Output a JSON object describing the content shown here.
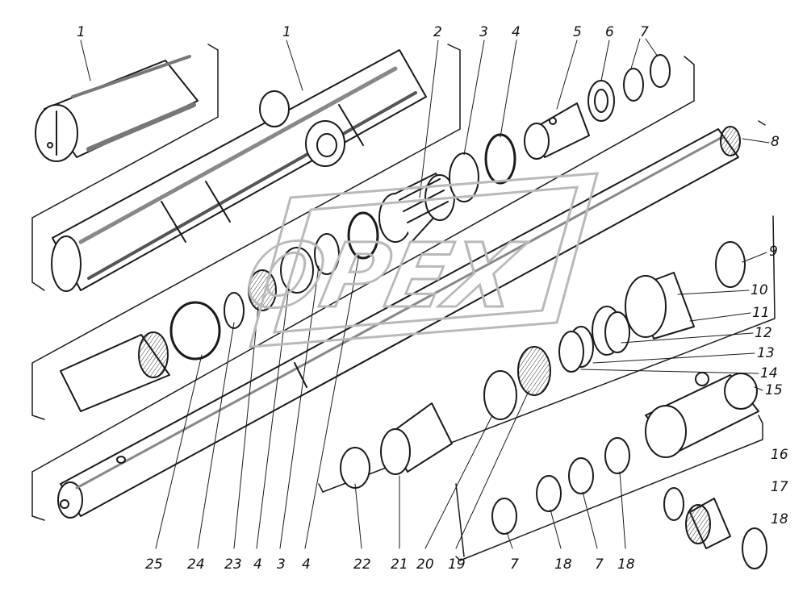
{
  "diagram": {
    "type": "exploded-assembly",
    "colors": {
      "ink": "#1a1a1a",
      "shade": "#666666",
      "watermark": "#b9b9b9"
    },
    "watermark_text": "OPEX",
    "callouts": {
      "c1a": "1",
      "c1b": "1",
      "c2": "2",
      "c3": "3",
      "c4a": "4",
      "c5": "5",
      "c6": "6",
      "c7a": "7",
      "c8": "8",
      "c9": "9",
      "c10": "10",
      "c11": "11",
      "c12": "12",
      "c13": "13",
      "c14": "14",
      "c15": "15",
      "c16": "16",
      "c17": "17",
      "c18a": "18",
      "b25": "25",
      "b24": "24",
      "b23": "23",
      "b4a": "4",
      "b3": "3",
      "b4b": "4",
      "b22": "22",
      "b21": "21",
      "b20": "20",
      "b19": "19",
      "b7a": "7",
      "b18a": "18",
      "b7b": "7",
      "b18b": "18"
    }
  }
}
